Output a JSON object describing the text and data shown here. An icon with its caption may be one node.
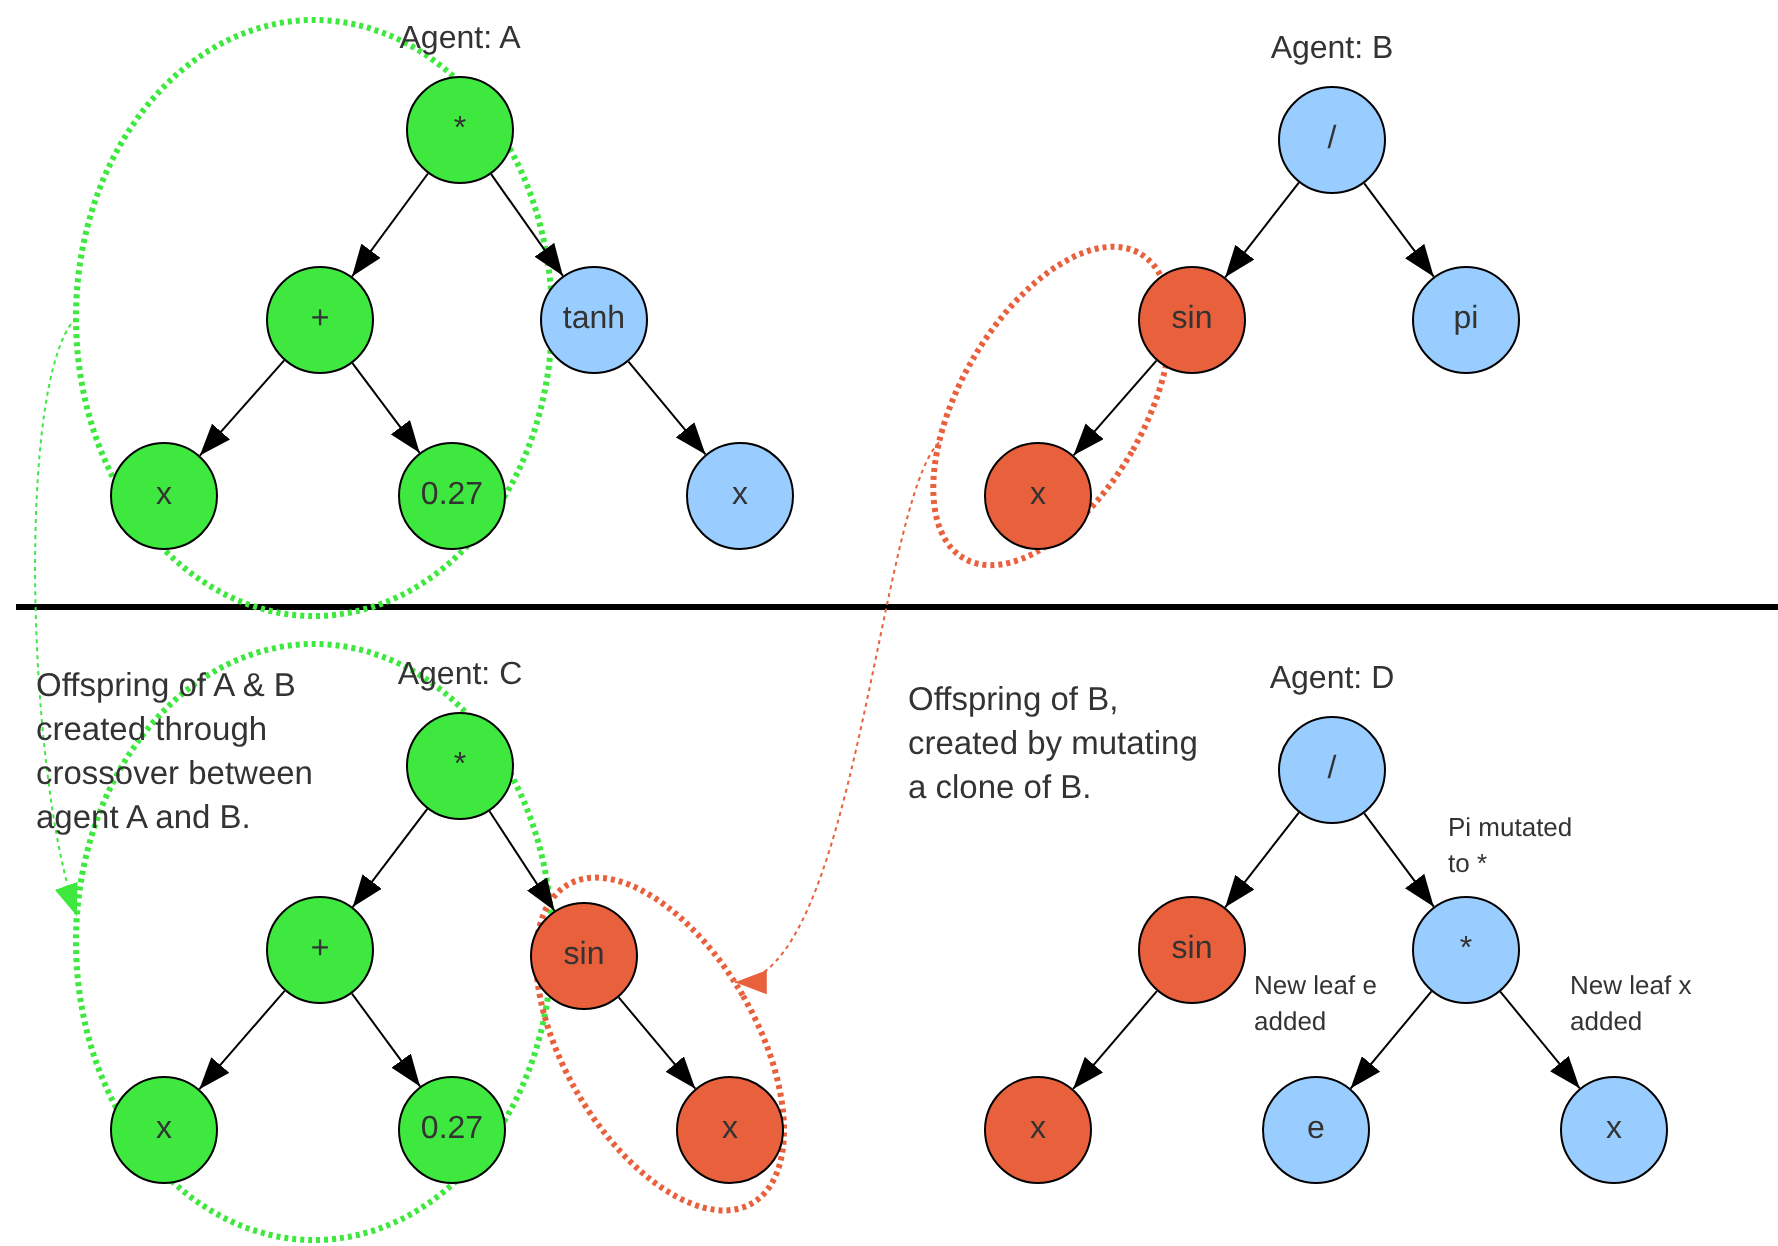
{
  "diagram": {
    "nodes": [
      {
        "text": [],
        "shape": "ellipse"
      },
      {
        "text": [
          "*"
        ],
        "in": 0,
        "beside": [
          "Agent: A"
        ]
      },
      {
        "text": [
          "+"
        ],
        "in": 0
      },
      {
        "text": [
          "tanh"
        ]
      },
      {
        "text": [
          "x"
        ],
        "in": 0
      },
      {
        "text": [
          "0.27"
        ],
        "in": 0
      },
      {
        "text": [
          "x"
        ]
      },
      {
        "text": [],
        "shape": "ellipse"
      },
      {
        "text": [
          "/"
        ],
        "beside": [
          "Agent: B"
        ]
      },
      {
        "text": [
          "sin"
        ]
      },
      {
        "text": [
          "pi"
        ]
      },
      {
        "text": [
          "x"
        ],
        "in": 7
      },
      {
        "text": [],
        "shape": "ellipse"
      },
      {
        "text": [
          "*"
        ],
        "in": 12,
        "beside": [
          "Agent: C"
        ]
      },
      {
        "text": [
          "+"
        ],
        "in": 12
      },
      {
        "text": [
          "x"
        ],
        "in": 12
      },
      {
        "text": [
          "0.27"
        ],
        "in": 12
      },
      {
        "text": [],
        "shape": "ellipse"
      },
      {
        "text": [
          "sin"
        ],
        "in": 17
      },
      {
        "text": [
          "x"
        ],
        "in": 17
      },
      {
        "text": [
          "/"
        ],
        "beside": [
          "Agent: D"
        ]
      },
      {
        "text": [
          "sin"
        ]
      },
      {
        "text": [
          "*"
        ]
      },
      {
        "text": [
          "x"
        ]
      },
      {
        "text": [
          "e"
        ]
      },
      {
        "text": [
          "x"
        ]
      }
    ],
    "edges": [
      {
        "from": 1,
        "to": 2,
        "arrow": "to"
      },
      {
        "from": 1,
        "to": 3,
        "arrow": "to"
      },
      {
        "from": 2,
        "to": 4,
        "arrow": "to"
      },
      {
        "from": 2,
        "to": 5,
        "arrow": "to"
      },
      {
        "from": 3,
        "to": 6,
        "arrow": "to"
      },
      {
        "from": 8,
        "to": 9,
        "arrow": "to"
      },
      {
        "from": 8,
        "to": 10,
        "arrow": "to"
      },
      {
        "from": 9,
        "to": 11,
        "arrow": "to"
      },
      {
        "from": 13,
        "to": 14,
        "arrow": "to"
      },
      {
        "from": 13,
        "to": 18,
        "arrow": "to"
      },
      {
        "from": 14,
        "to": 15,
        "arrow": "to"
      },
      {
        "from": 14,
        "to": 16,
        "arrow": "to"
      },
      {
        "from": 18,
        "to": 19,
        "arrow": "to"
      },
      {
        "from": 20,
        "to": 21,
        "arrow": "to"
      },
      {
        "from": 20,
        "to": 22,
        "arrow": "to"
      },
      {
        "from": 21,
        "to": 23,
        "arrow": "to"
      },
      {
        "from": 22,
        "to": 24,
        "arrow": "to"
      },
      {
        "from": 22,
        "to": 25,
        "arrow": "to"
      },
      {
        "from": 0,
        "to": 12,
        "arrow": "to",
        "style": "dashed",
        "color": "#3ee83e"
      },
      {
        "from": 7,
        "to": 17,
        "arrow": "to",
        "style": "dashed",
        "color": "#e8603c"
      }
    ],
    "labels": [
      "Offspring of A & B created through crossover between agent A and B.",
      "Offspring of B, created by mutating a clone of B.",
      "Pi mutated to *",
      "New leaf e added",
      "New leaf x added"
    ]
  }
}
